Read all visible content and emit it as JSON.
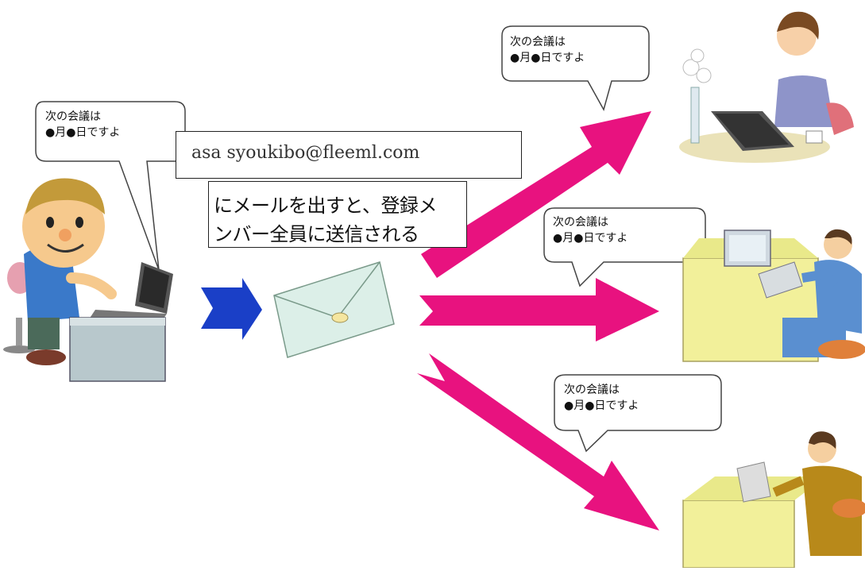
{
  "email_address": "asa syoukibo@fleeml.com",
  "caption": {
    "line1": "にメールを出すと、登録メ",
    "line2": "ンバー全員に送信される"
  },
  "bubbles": [
    {
      "line1": "次の会議は",
      "line2": "●月●日ですよ"
    },
    {
      "line1": "次の会議は",
      "line2": "●月●日ですよ"
    },
    {
      "line1": "次の会議は",
      "line2": "●月●日ですよ"
    },
    {
      "line1": "次の会議は",
      "line2": "●月●日ですよ"
    }
  ],
  "colors": {
    "arrow_magenta": "#e8127f",
    "arrow_blue": "#1a3fc7",
    "envelope": "#dcefe8",
    "desk_yellow": "#f2f09a"
  }
}
